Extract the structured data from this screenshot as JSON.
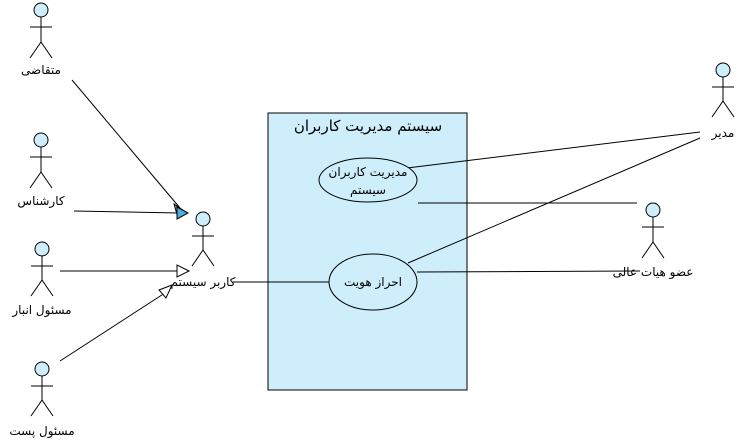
{
  "diagram": {
    "system": {
      "title": "سیستم مدیریت کاربران"
    },
    "use_cases": {
      "user_management": {
        "line1": "مدیریت کاربران",
        "line2": "سیستم"
      },
      "authentication": {
        "label": "احراز هویت"
      }
    },
    "actors": {
      "applicant": {
        "label": "متقاضی"
      },
      "expert": {
        "label": "کارشناس"
      },
      "warehouse_manager": {
        "label": "مسئول انبار"
      },
      "post_manager": {
        "label": "مسئول پست"
      },
      "system_user": {
        "label": "کاربر سیستم"
      },
      "manager": {
        "label": "مدیر"
      },
      "board_member": {
        "label": "عضو هیات عالی"
      }
    },
    "colors": {
      "fill": "#cdeefa",
      "stroke": "#000000",
      "arrow_fill": "#4ab0de"
    }
  }
}
